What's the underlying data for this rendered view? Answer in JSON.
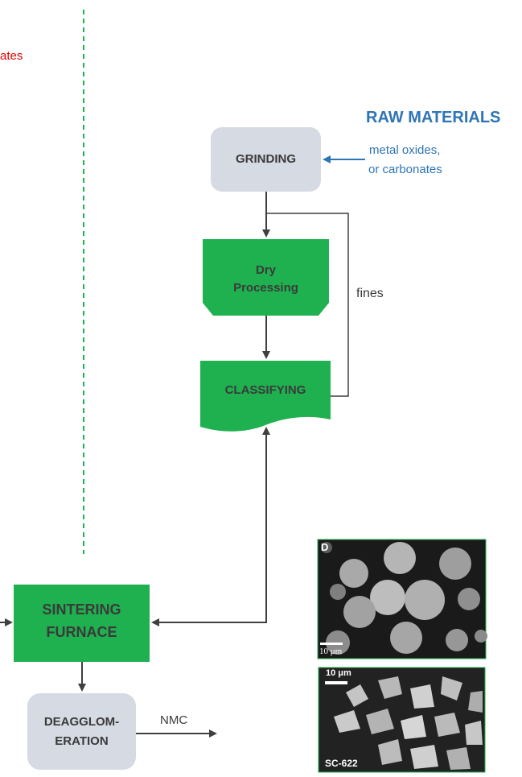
{
  "cut_off_text": "ates",
  "raw_materials": {
    "title": "RAW MATERIALS",
    "line1": "metal oxides,",
    "line2": "or carbonates"
  },
  "nodes": {
    "grinding": "GRINDING",
    "dry_processing_1": "Dry",
    "dry_processing_2": "Processing",
    "classifying": "CLASSIFYING",
    "sintering_1": "SINTERING",
    "sintering_2": "FURNACE",
    "deagglom_1": "DEAGGLOM-",
    "deagglom_2": "ERATION"
  },
  "edge_labels": {
    "fines": "fines",
    "nmc": "NMC"
  },
  "micrographs": {
    "top_panel_letter": "D",
    "top_scale": "10 μm",
    "bottom_scale": "10 μm",
    "bottom_sample": "SC-622"
  },
  "colors": {
    "process_green": "#1fb14f",
    "neutral_box": "#d5dae3",
    "arrow": "#3f3f3f",
    "raw_blue": "#2e75b6",
    "red_text": "#e00000",
    "dashed_line": "#1fb14f"
  }
}
